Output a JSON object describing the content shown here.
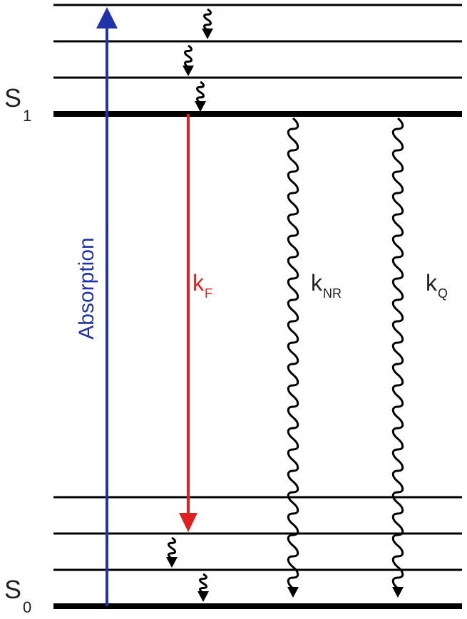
{
  "labels": {
    "s1": {
      "main": "S",
      "sub": "1"
    },
    "s0": {
      "main": "S",
      "sub": "0"
    },
    "absorption": "Absorption",
    "kf": {
      "main": "k",
      "sub": "F"
    },
    "knr": {
      "main": "k",
      "sub": "NR"
    },
    "kq": {
      "main": "k",
      "sub": "Q"
    }
  },
  "colors": {
    "absorption": "#2233aa",
    "fluorescence": "#e02020",
    "levels": "#000000",
    "text": "#222222"
  }
}
